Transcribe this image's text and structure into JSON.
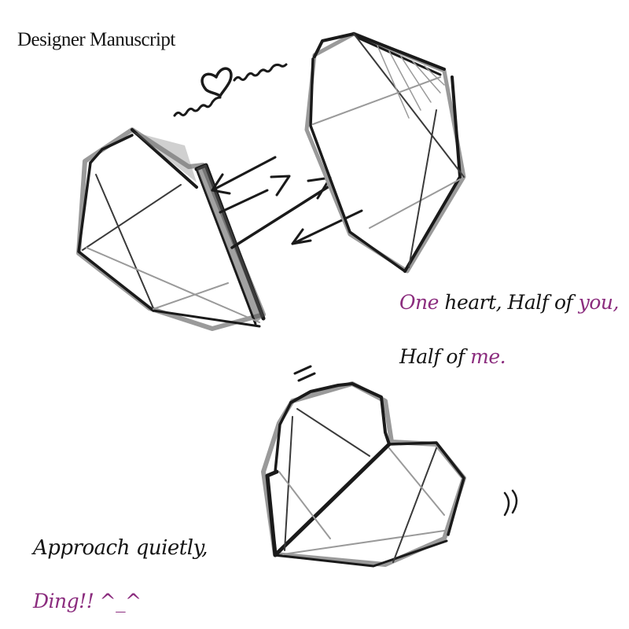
{
  "title": "Designer Manuscript",
  "caption_top": {
    "line1": {
      "accent_1": "One",
      "plain_1": " heart, Half of ",
      "accent_2": "you,"
    },
    "line2": {
      "plain_1": "Half of ",
      "accent_1": "me."
    }
  },
  "caption_bottom": {
    "line1": "Approach quietly,",
    "line2": "Ding!! ^_^"
  },
  "colors": {
    "text": "#141414",
    "accent": "#8b2c7e",
    "background": "#ffffff"
  },
  "illustrations": [
    {
      "name": "left-half-heart-sketch"
    },
    {
      "name": "right-half-heart-sketch"
    },
    {
      "name": "joined-heart-sketch"
    },
    {
      "name": "squiggle-heart-doodle"
    },
    {
      "name": "arrows-between-halves"
    },
    {
      "name": "motion-marks"
    }
  ]
}
